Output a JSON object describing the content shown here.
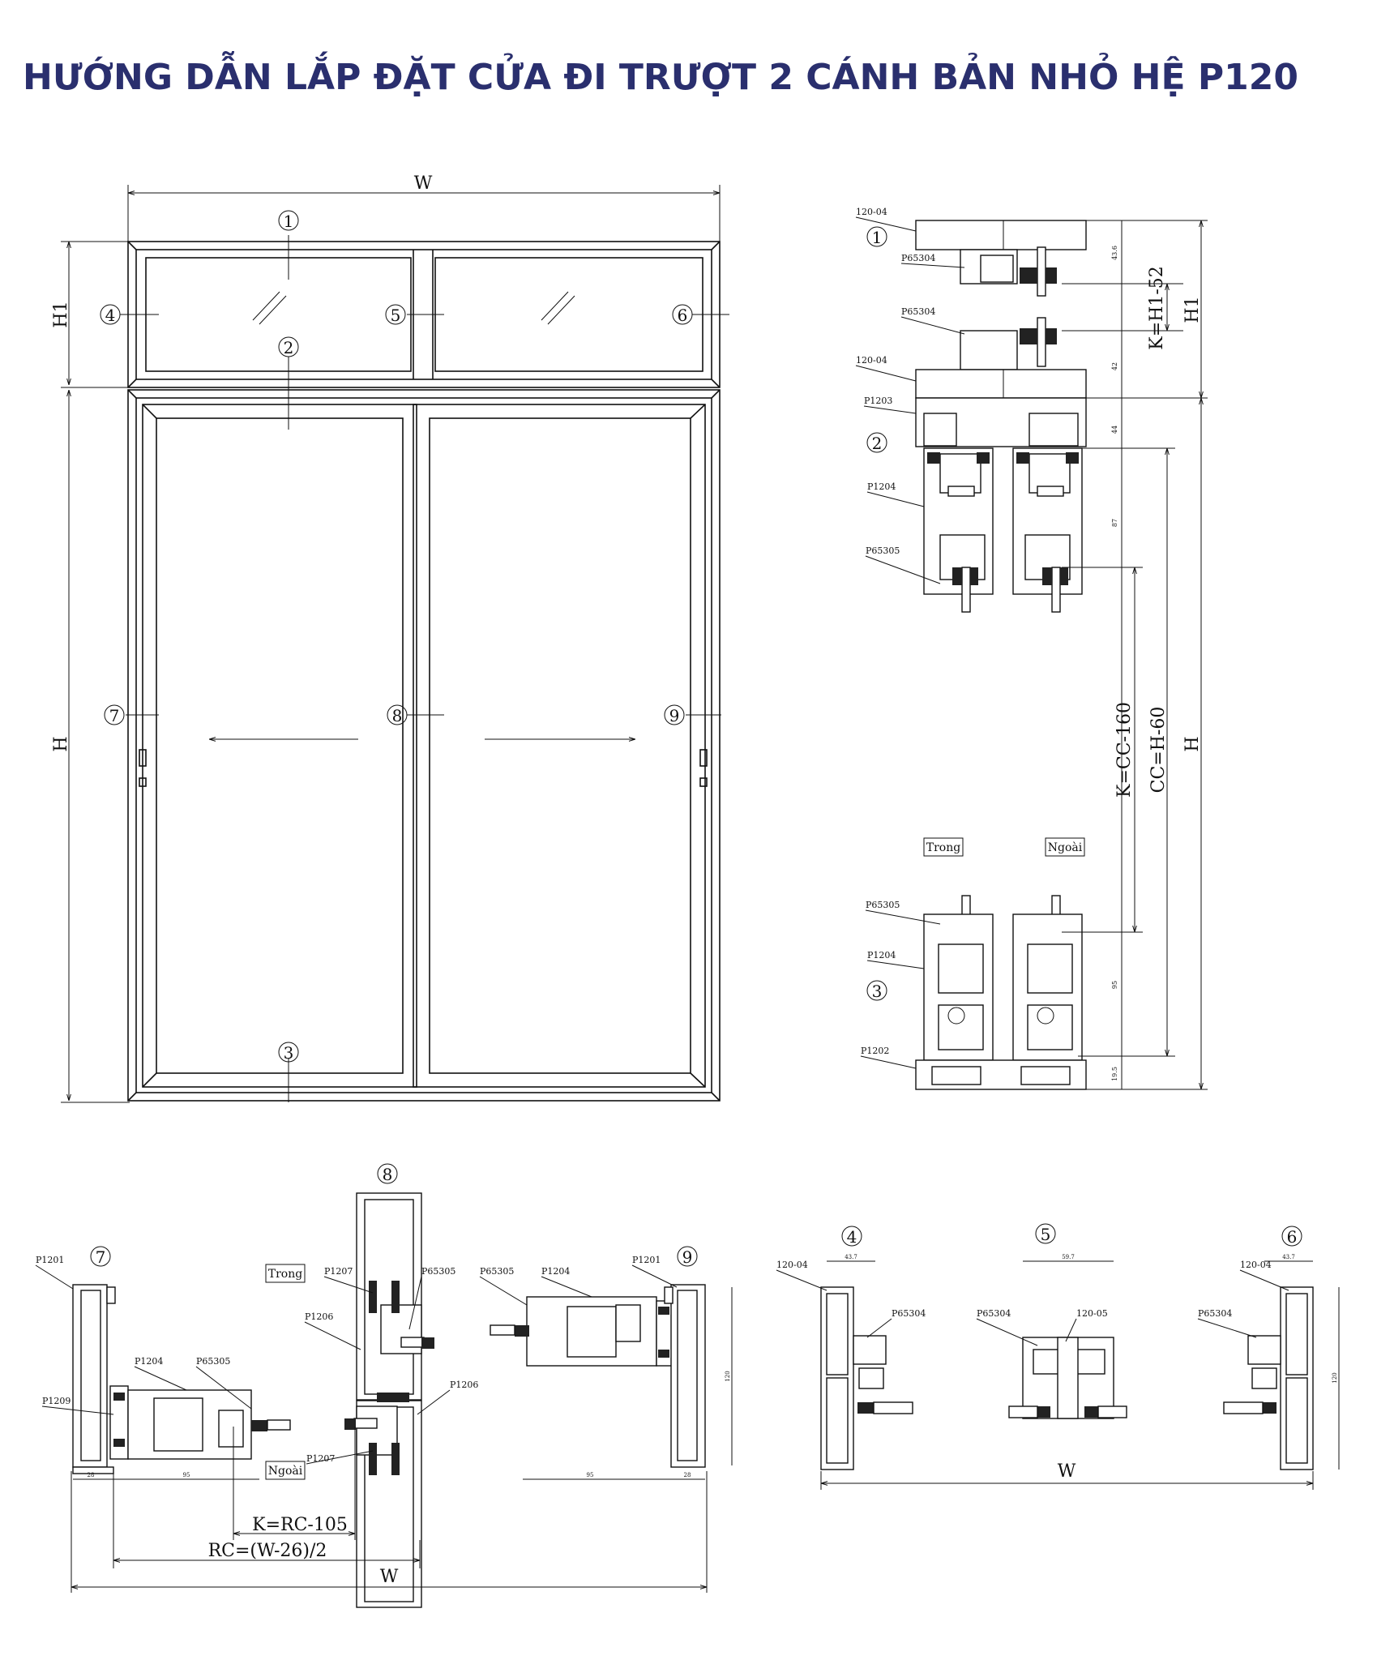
{
  "title": "HƯỚNG DẪN LẮP ĐẶT CỬA ĐI TRƯỢT 2 CÁNH BẢN NHỎ HỆ P120",
  "elevation": {
    "width_label": "W",
    "h1_label": "H1",
    "h_label": "H",
    "markers": [
      "1",
      "2",
      "3",
      "4",
      "5",
      "6",
      "7",
      "8",
      "9"
    ]
  },
  "vertical_section": {
    "labels": {
      "top_frame_a": "120-04",
      "top_adapter_a": "P65304",
      "top_adapter_b": "P65304",
      "top_frame_b": "120-04",
      "head_frame": "P1203",
      "sash_top": "P1204",
      "bead_top": "P65305",
      "bead_bottom": "P65305",
      "sash_bottom": "P1204",
      "sill_frame": "P1202"
    },
    "markers": [
      "1",
      "2",
      "3"
    ],
    "inside": "Trong",
    "outside": "Ngoài",
    "dims": {
      "k_h1": "K=H1-52",
      "h1": "H1",
      "k_cc": "K=CC-160",
      "cc": "CC=H-60",
      "h": "H",
      "d1": "43.6",
      "d2": "42",
      "d3": "44",
      "d4": "87",
      "d5": "95",
      "d6": "19.5"
    }
  },
  "horizontal_section": {
    "labels": {
      "jamb_left": "P1201",
      "interlock_left": "P1209",
      "sash_left": "P1204",
      "bead_left": "P65305",
      "meeting_top_a": "P1207",
      "meeting_top_b": "P65305",
      "meeting_mid_a": "P1206",
      "meeting_mid_b": "P1206",
      "meeting_bot": "P1207",
      "bead_right": "P65305",
      "sash_right": "P1204",
      "jamb_right": "P1201"
    },
    "markers": [
      "7",
      "8",
      "9"
    ],
    "inside": "Trong",
    "outside": "Ngoài",
    "dims": {
      "k_rc": "K=RC-105",
      "rc": "RC=(W-26)/2",
      "w": "W",
      "d28a": "28",
      "d95a": "95",
      "d95b": "95",
      "d28b": "28",
      "d120": "120"
    }
  },
  "transom_section": {
    "labels": {
      "frame_left": "120-04",
      "adapter_left": "P65304",
      "adapter_mid": "P65304",
      "mullion": "120-05",
      "frame_right": "120-04",
      "adapter_right": "P65304"
    },
    "markers": [
      "4",
      "5",
      "6"
    ],
    "dims": {
      "d_left": "43.7",
      "d_mid": "59.7",
      "d_right": "43.7",
      "d120": "120",
      "w": "W"
    }
  }
}
